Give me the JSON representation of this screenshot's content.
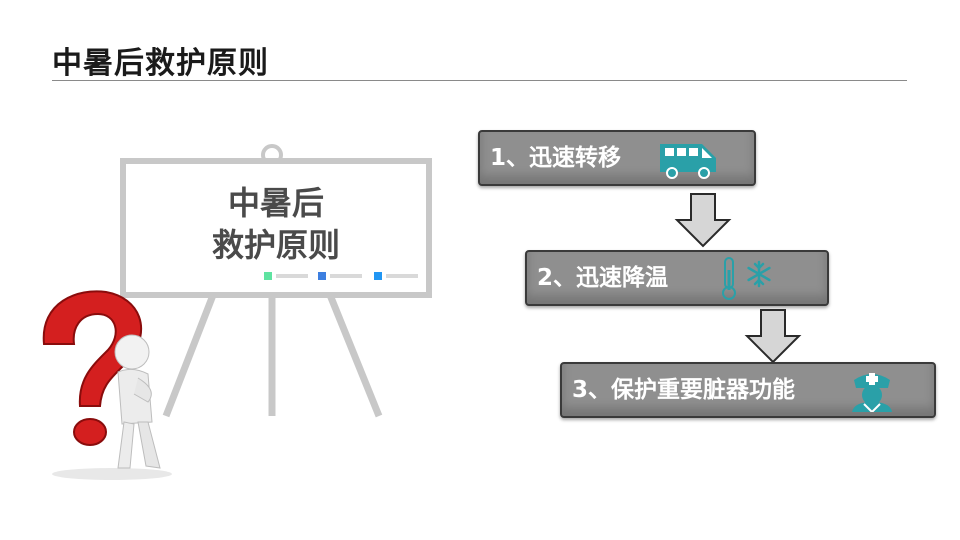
{
  "slide": {
    "title": "中暑后救护原则",
    "board": {
      "line1": "中暑后",
      "line2": "救护原则"
    },
    "steps": [
      {
        "label": "1、迅速转移",
        "icon": "ambulance-icon"
      },
      {
        "label": "2、迅速降温",
        "icon": "thermometer-snowflake-icon"
      },
      {
        "label": "3、保护重要脏器功能",
        "icon": "nurse-icon"
      }
    ],
    "colors": {
      "step_fill": "#8f8f8f",
      "icon_teal": "#2aa0a8",
      "legend_green": "#5fe3a1",
      "legend_blue": "#3d7fe0",
      "legend_lightblue": "#2196f3"
    }
  }
}
